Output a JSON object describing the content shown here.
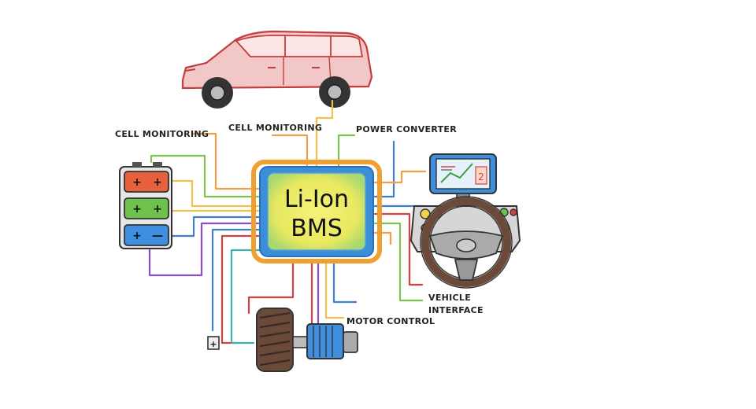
{
  "bms": {
    "line1": "Li-Ion",
    "line2": "BMS"
  },
  "labels": {
    "cell_monitoring_1": "CELL MONITORING",
    "cell_monitoring_2": "CELL MONITORING",
    "power_converter": "POWER CONVERTER",
    "vehicle_interface_1": "VEHICLE",
    "vehicle_interface_2": "INTERFACE",
    "motor_control": "MOTOR CONTROL"
  },
  "battery_cells": [
    {
      "left": "+",
      "right": "+",
      "color": "#e8603c"
    },
    {
      "left": "+",
      "right": "+",
      "color": "#6cc24a"
    },
    {
      "left": "+",
      "right": "—",
      "color": "#3f8fe0"
    }
  ],
  "dashboard": {
    "screen_label": "2"
  },
  "terminal": {
    "sign": "+"
  },
  "colors": {
    "bms_inner": "#f4ee6a",
    "bms_border_blue": "#3a8fd8",
    "bms_border_orange": "#f0a030",
    "car_body": "#e9a0a0",
    "wheel": "#6b4a3a"
  }
}
